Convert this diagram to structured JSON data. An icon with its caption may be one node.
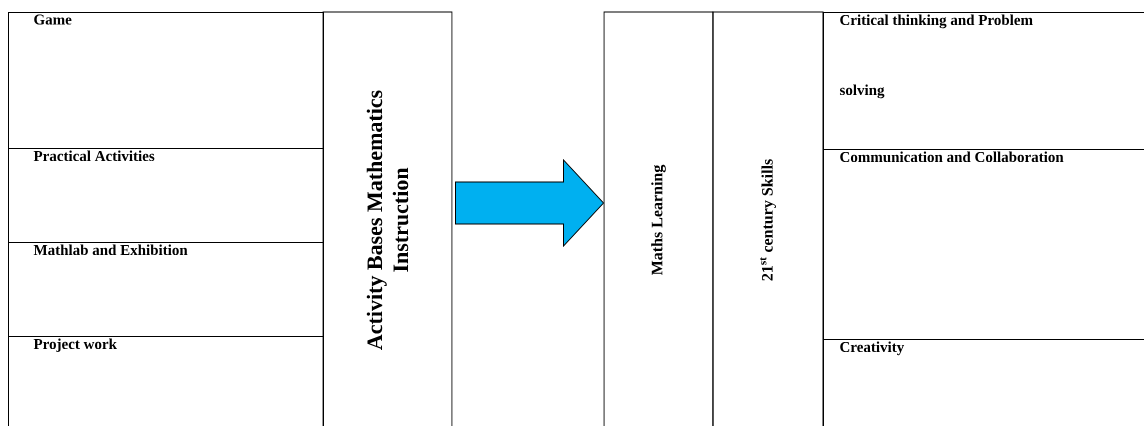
{
  "diagram": {
    "nodes": [
      {
        "text": [
          "Game"
        ]
      },
      {
        "text": [
          "Practical Activities"
        ]
      },
      {
        "text": [
          "Mathlab and Exhibition"
        ]
      },
      {
        "text": [
          "Project work"
        ]
      },
      {
        "text": [
          "Activity Bases Mathematics Instruction"
        ]
      },
      {
        "text": [
          "Maths Learning"
        ]
      },
      {
        "text": [
          "21$^{st}$ century Skills"
        ]
      },
      {
        "text": [
          "Critical thinking and Problem solving"
        ]
      },
      {
        "text": [
          "Communication and Collaboration"
        ]
      },
      {
        "text": [
          "Creativity"
        ]
      }
    ],
    "edges": [
      {
        "from": 4,
        "to": 5,
        "arrow": "to"
      }
    ]
  }
}
